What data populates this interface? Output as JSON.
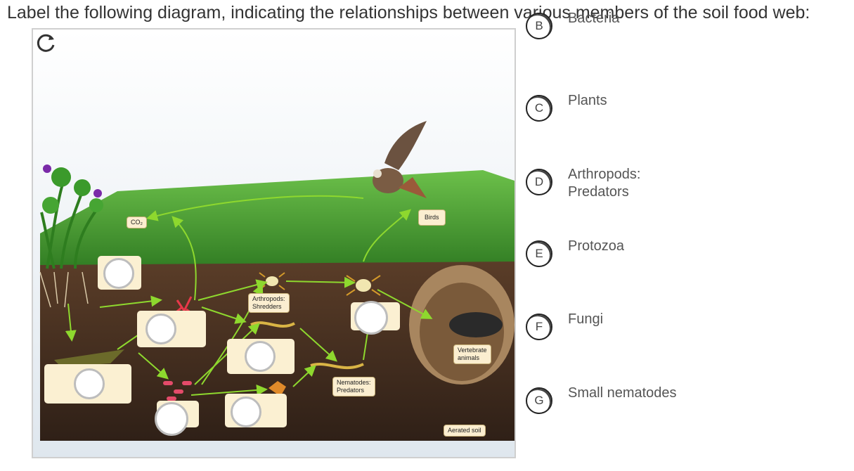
{
  "question": "Label the following diagram, indicating the relationships between various members of the soil food web:",
  "diagram": {
    "labels": {
      "co2": "CO₂",
      "birds": "Birds",
      "arthropods_shredders": "Arthropods:\nShredders",
      "nematodes_predators": "Nematodes:\nPredators",
      "vertebrate_animals": "Vertebrate\nanimals",
      "aerated_soil": "Aerated soil"
    }
  },
  "options": [
    {
      "letter": "B",
      "label": "Bacteria"
    },
    {
      "letter": "C",
      "label": "Plants"
    },
    {
      "letter": "D",
      "label": "Arthropods: Predators"
    },
    {
      "letter": "E",
      "label": "Protozoa"
    },
    {
      "letter": "F",
      "label": "Fungi"
    },
    {
      "letter": "G",
      "label": "Small nematodes"
    }
  ],
  "colors": {
    "arrow": "#8ed82e",
    "grass": "#3f9a2a",
    "soil": "#3d2a1d",
    "tag_bg": "#fbeed0"
  }
}
